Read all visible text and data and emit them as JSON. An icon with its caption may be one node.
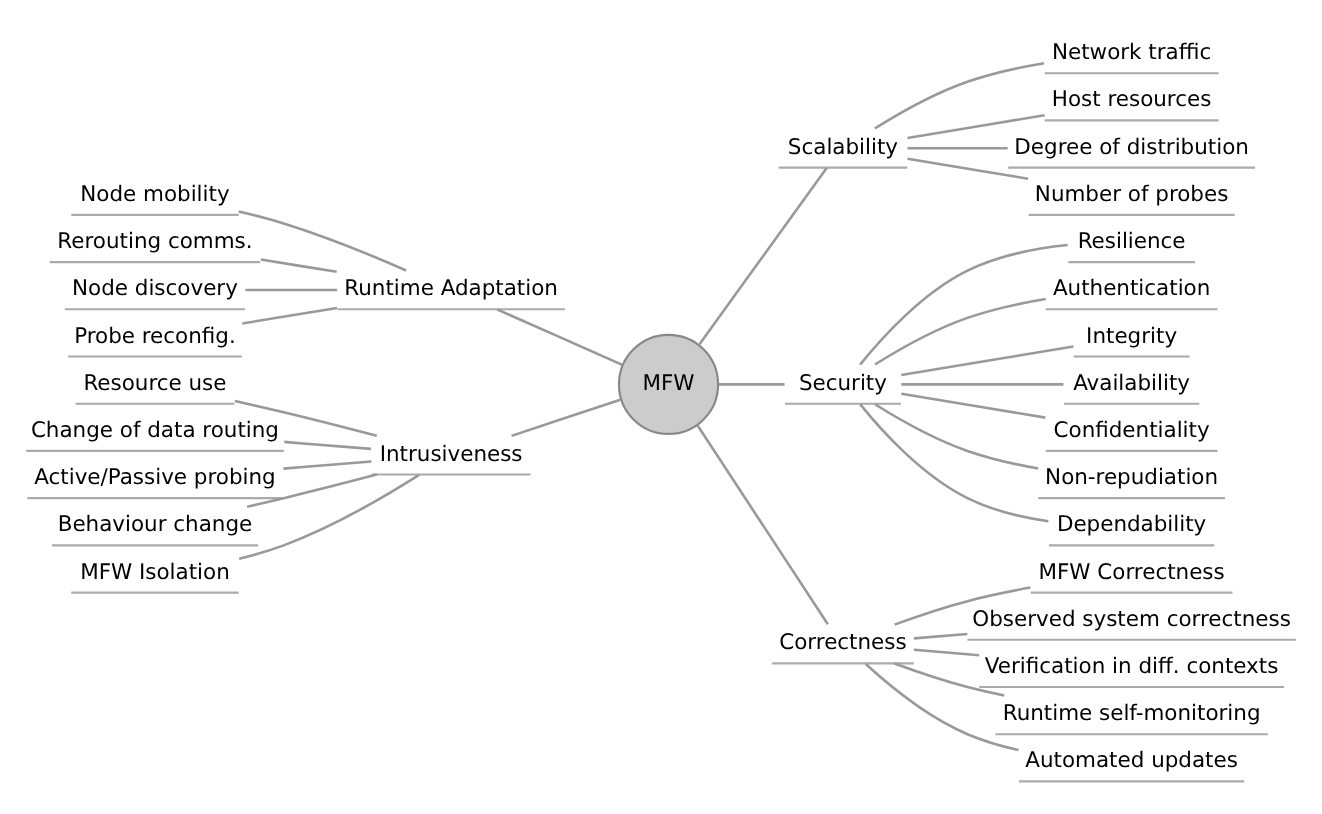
{
  "diagram": {
    "nodes": [
      {
        "text": [
          "MFW"
        ]
      },
      {
        "text": [
          "Scalability"
        ]
      },
      {
        "text": [
          "Network traffic"
        ]
      },
      {
        "text": [
          "Host resources"
        ]
      },
      {
        "text": [
          "Degree of distribution"
        ]
      },
      {
        "text": [
          "Number of probes"
        ]
      },
      {
        "text": [
          "Security"
        ]
      },
      {
        "text": [
          "Resilience"
        ]
      },
      {
        "text": [
          "Authentication"
        ]
      },
      {
        "text": [
          "Integrity"
        ]
      },
      {
        "text": [
          "Availability"
        ]
      },
      {
        "text": [
          "Confidentiality"
        ]
      },
      {
        "text": [
          "Non-repudiation"
        ]
      },
      {
        "text": [
          "Dependability"
        ]
      },
      {
        "text": [
          "Correctness"
        ]
      },
      {
        "text": [
          "MFW Correctness"
        ]
      },
      {
        "text": [
          "Observed system correctness"
        ]
      },
      {
        "text": [
          "Verification in diff. contexts"
        ]
      },
      {
        "text": [
          "Runtime self-monitoring"
        ]
      },
      {
        "text": [
          "Automated updates"
        ]
      },
      {
        "text": [
          "Runtime Adaptation"
        ]
      },
      {
        "text": [
          "Node mobility"
        ]
      },
      {
        "text": [
          "Rerouting comms."
        ]
      },
      {
        "text": [
          "Node discovery"
        ]
      },
      {
        "text": [
          "Probe reconfig."
        ]
      },
      {
        "text": [
          "Intrusiveness"
        ]
      },
      {
        "text": [
          "Resource use"
        ]
      },
      {
        "text": [
          "Change of data routing"
        ]
      },
      {
        "text": [
          "Active/Passive probing"
        ]
      },
      {
        "text": [
          "Behaviour change"
        ]
      },
      {
        "text": [
          "MFW Isolation"
        ]
      }
    ],
    "edges": [
      {
        "from": 0,
        "to": 1,
        "arrow": "none"
      },
      {
        "from": 1,
        "to": 2,
        "arrow": "none"
      },
      {
        "from": 1,
        "to": 3,
        "arrow": "none"
      },
      {
        "from": 1,
        "to": 4,
        "arrow": "none"
      },
      {
        "from": 1,
        "to": 5,
        "arrow": "none"
      },
      {
        "from": 0,
        "to": 6,
        "arrow": "none"
      },
      {
        "from": 6,
        "to": 7,
        "arrow": "none"
      },
      {
        "from": 6,
        "to": 8,
        "arrow": "none"
      },
      {
        "from": 6,
        "to": 9,
        "arrow": "none"
      },
      {
        "from": 6,
        "to": 10,
        "arrow": "none"
      },
      {
        "from": 6,
        "to": 11,
        "arrow": "none"
      },
      {
        "from": 6,
        "to": 12,
        "arrow": "none"
      },
      {
        "from": 6,
        "to": 13,
        "arrow": "none"
      },
      {
        "from": 0,
        "to": 14,
        "arrow": "none"
      },
      {
        "from": 14,
        "to": 15,
        "arrow": "none"
      },
      {
        "from": 14,
        "to": 16,
        "arrow": "none"
      },
      {
        "from": 14,
        "to": 17,
        "arrow": "none"
      },
      {
        "from": 14,
        "to": 18,
        "arrow": "none"
      },
      {
        "from": 14,
        "to": 19,
        "arrow": "none"
      },
      {
        "from": 20,
        "to": 0,
        "arrow": "none"
      },
      {
        "from": 21,
        "to": 20,
        "arrow": "none"
      },
      {
        "from": 22,
        "to": 20,
        "arrow": "none"
      },
      {
        "from": 23,
        "to": 20,
        "arrow": "none"
      },
      {
        "from": 24,
        "to": 20,
        "arrow": "none"
      },
      {
        "from": 25,
        "to": 0,
        "arrow": "none"
      },
      {
        "from": 26,
        "to": 25,
        "arrow": "none"
      },
      {
        "from": 27,
        "to": 25,
        "arrow": "none"
      },
      {
        "from": 28,
        "to": 25,
        "arrow": "none"
      },
      {
        "from": 29,
        "to": 25,
        "arrow": "none"
      },
      {
        "from": 30,
        "to": 25,
        "arrow": "none"
      }
    ]
  }
}
